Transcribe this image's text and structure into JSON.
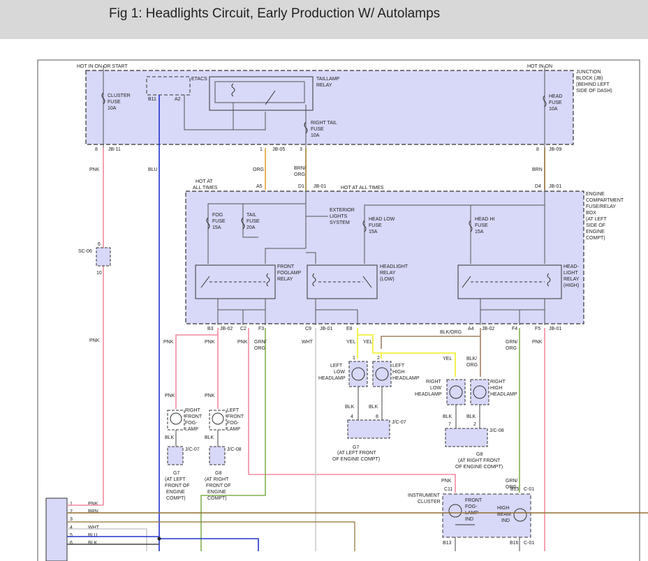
{
  "page": {
    "title": "Fig 1: Headlights Circuit, Early Production W/ Autolamps"
  },
  "colors": {
    "wire_pnk": "#f08aa0",
    "wire_blu": "#2233cc",
    "wire_org": "#e0a030",
    "wire_brn_org": "#a08030",
    "wire_brn": "#907030",
    "wire_yel": "#f0f040",
    "wire_grn_org": "#80b050",
    "wire_blk": "#444444",
    "wire_wht": "#cccccc",
    "block_fill": "#d8d8f8",
    "header_bg": "#d8d8d8"
  },
  "labels": {
    "jb_hot_on_start": "HOT IN ON OR START",
    "jb_hot_on": "HOT IN ON",
    "jb_name": [
      "JUNCTION",
      "BLOCK (JB)",
      "(BEHIND LEFT",
      "SIDE OF DASH)"
    ],
    "cluster_fuse": [
      "CLUSTER",
      "FUSE",
      "10A"
    ],
    "etacs": "ETACS",
    "b11": "B11",
    "a2": "A2",
    "taillamp_relay": [
      "TAILLAMP",
      "RELAY"
    ],
    "right_tail_fuse": [
      "RIGHT TAIL",
      "FUSE",
      "10A"
    ],
    "head_fuse": [
      "HEAD",
      "FUSE",
      "10A"
    ],
    "pin_8": "8",
    "jb_11": "JB-11",
    "pin_1": "1",
    "jb_05": "JB-05",
    "pin_3": "3",
    "pin_8b": "8",
    "jb_09": "JB-09",
    "wire_pnk": "PNK",
    "wire_blu": "BLU",
    "wire_org": "ORG",
    "wire_brn_org": [
      "BRN/",
      "ORG"
    ],
    "wire_brn": "BRN",
    "hot_at_all_times_1": [
      "HOT AT",
      "ALL TIMES"
    ],
    "hot_at_all_times_2": "HOT AT ALL TIMES",
    "a5": "A5",
    "d1": "D1",
    "jb_01": "JB-01",
    "d4": "D4",
    "jb_01b": "JB-01",
    "engine_box": [
      "ENGINE",
      "COMPARTMENT",
      "FUSE/RELAY",
      "BOX",
      "(AT LEFT",
      "SIDE OF",
      "ENGINE",
      "COMPT)"
    ],
    "fog_fuse": [
      "FOG",
      "FUSE",
      "15A"
    ],
    "tail_fuse": [
      "TAIL",
      "FUSE",
      "20A"
    ],
    "exterior_lights": [
      "EXTERIOR",
      "LIGHTS",
      "SYSTEM"
    ],
    "head_low_fuse": [
      "HEAD LOW",
      "FUSE",
      "15A"
    ],
    "head_hi_fuse": [
      "HEAD HI",
      "FUSE",
      "15A"
    ],
    "sc06": "SC-06",
    "sc06_pin6": "6",
    "sc06_pin10": "10",
    "front_foglamp_relay": [
      "FRONT",
      "FOGLAMP",
      "RELAY"
    ],
    "headlight_relay_low": [
      "HEADLIGHT",
      "RELAY",
      "(LOW)"
    ],
    "headlight_relay_high": [
      "HEAD-",
      "LIGHT",
      "RELAY",
      "(HIGH)"
    ],
    "b3": "B3",
    "jb_02": "JB-02",
    "c2": "C2",
    "f3": "F3",
    "c9": "C9",
    "jb_01c": "JB-01",
    "e8": "E8",
    "a4": "A4",
    "jb_02b": "JB-02",
    "f4": "F4",
    "f5": "F5",
    "jb_01d": "JB-01",
    "wire_pnk_b": "PNK",
    "wire_pnk_c": "PNK",
    "wire_pnk_d": "PNK",
    "wire_grn_org": [
      "GRN/",
      "ORG"
    ],
    "wire_wht": "WHT",
    "wire_yel_1": "YEL",
    "wire_yel_2": "YEL",
    "wire_blk_org": "BLK/ORG",
    "wire_grn_org_b": [
      "GRN/",
      "ORG"
    ],
    "wire_pnk_e": "PNK",
    "left_low_headlamp": [
      "LEFT",
      "LOW",
      "HEADLAMP"
    ],
    "left_high_headlamp": [
      "LEFT",
      "HIGH",
      "HEADLAMP"
    ],
    "wire_yel_3": "YEL",
    "wire_blk_org_b": [
      "BLK/",
      "ORG"
    ],
    "right_low_headlamp": [
      "RIGHT",
      "LOW",
      "HEADLAMP"
    ],
    "right_high_headlamp": [
      "RIGHT",
      "HIGH",
      "HEADLAMP"
    ],
    "blk": "BLK",
    "jc07": "J/C-07",
    "jc08": "J/C-08",
    "g7": "G7",
    "g7_loc": [
      "(AT LEFT FRONT",
      "OF ENGINE COMPT)"
    ],
    "g8": "G8",
    "g8_loc": [
      "(AT RIGHT FRONT",
      "OF ENGINE COMPT)"
    ],
    "right_front_foglamp": [
      "RIGHT",
      "FRONT",
      "FOG-",
      "LAMP"
    ],
    "left_front_foglamp": [
      "LEFT",
      "FRONT",
      "FOG-",
      "LAMP"
    ],
    "jc07b": "J/C-07",
    "jc08b": "J/C-08",
    "g7b": [
      "G7",
      "(AT LEFT",
      "FRONT OF",
      "ENGINE",
      "COMPT)"
    ],
    "g8b": [
      "G8",
      "(AT RIGHT",
      "FRONT OF",
      "ENGINE",
      "COMPT)"
    ],
    "pin_2": "2",
    "pin_1b": "1",
    "pin_4": "4",
    "pin_8c": "8",
    "pin_7": "7",
    "instrument_cluster": [
      "INSTRUMENT",
      "CLUSTER"
    ],
    "c11": "C11",
    "b15": "B15",
    "c01": "C-01",
    "front_foglamp_ind": [
      "FRONT",
      "FOG-",
      "LAMP",
      "IND"
    ],
    "high_beam_ind": [
      "HIGH",
      "BEAM",
      "IND"
    ],
    "b13": "B13",
    "b16": "B16",
    "c01b": "C-01",
    "conn_rows": [
      {
        "pin": "1",
        "wire": "PNK"
      },
      {
        "pin": "2",
        "wire": "BRN"
      },
      {
        "pin": "3",
        "wire": ""
      },
      {
        "pin": "4",
        "wire": "WHT"
      },
      {
        "pin": "5",
        "wire": "BLU"
      },
      {
        "pin": "6",
        "wire": "BLK"
      }
    ]
  }
}
